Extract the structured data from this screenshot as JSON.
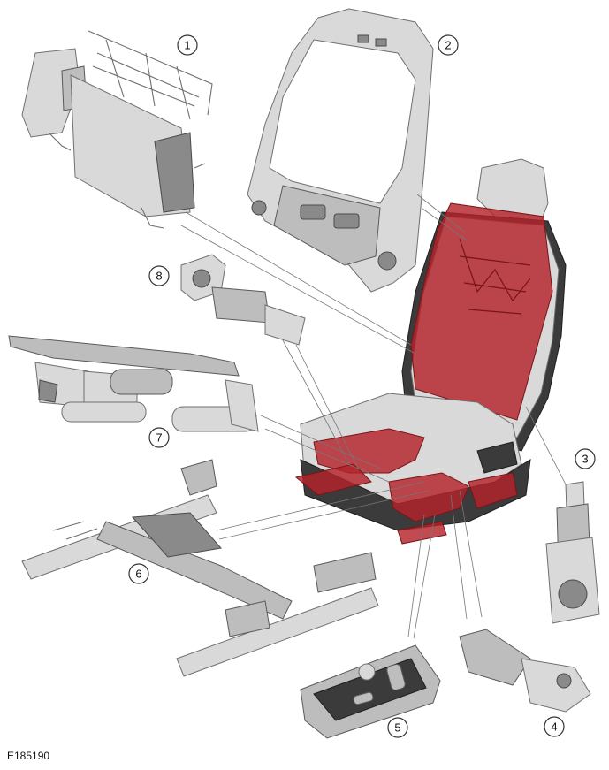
{
  "figure_id": "E185190",
  "callouts": [
    "1",
    "2",
    "3",
    "4",
    "5",
    "6",
    "7",
    "8"
  ],
  "colors": {
    "highlight": "#b3232b",
    "part": "#bdbdbd",
    "outline": "#555555"
  }
}
